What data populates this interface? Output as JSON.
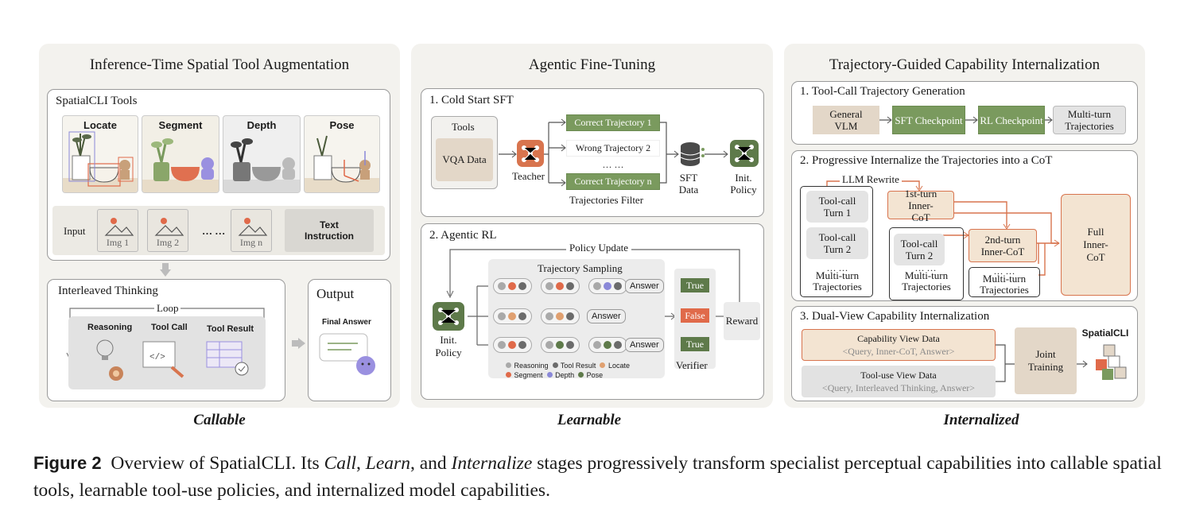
{
  "panels": {
    "callable": {
      "title": "Inference-Time Spatial Tool Augmentation",
      "tools_title": "SpatialCLI Tools",
      "tools": [
        "Locate",
        "Segment",
        "Depth",
        "Pose"
      ],
      "input_label": "Input",
      "images": [
        "Img 1",
        "Img 2",
        "Img n"
      ],
      "ellipsis": "… …",
      "text_instruction": "Text Instruction",
      "thinking_title": "Interleaved Thinking",
      "loop": "Loop",
      "steps": [
        "Reasoning",
        "Tool Call",
        "Tool Result"
      ],
      "output_title": "Output",
      "final_answer": "Final Answer",
      "stage_label": "Callable"
    },
    "learnable": {
      "title": "Agentic Fine-Tuning",
      "sft_title": "1. Cold Start SFT",
      "tools_label": "Tools",
      "vqa": "VQA Data",
      "teacher": "Teacher",
      "trajectories": [
        "Correct Trajectory 1",
        "Wrong Trajectory 2",
        "… …",
        "Correct Trajectory n"
      ],
      "filter": "Trajectories Filter",
      "sft_data": "SFT Data",
      "init_policy": "Init. Policy",
      "rl_title": "2. Agentic RL",
      "policy_update": "Policy Update",
      "sampling": "Trajectory Sampling",
      "answer": "Answer",
      "verdicts": [
        "True",
        "False",
        "True"
      ],
      "verifier": "Verifier",
      "reward": "Reward",
      "legend": [
        "Reasoning",
        "Tool Result",
        "Locate",
        "Segment",
        "Depth",
        "Pose"
      ],
      "stage_label": "Learnable"
    },
    "internalized": {
      "title": "Trajectory-Guided Capability Internalization",
      "s1_title": "1. Tool-Call Trajectory Generation",
      "s1_nodes": [
        "General VLM",
        "SFT Checkpoint",
        "RL Checkpoint",
        "Multi-turn Trajectories"
      ],
      "s2_title": "2. Progressive Internalize the Trajectories into a CoT",
      "llm_rewrite": "LLM Rewrite",
      "toolcall1": "Tool-call Turn 1",
      "toolcall2": "Tool-call Turn 2",
      "dots": "… …",
      "multi_turn": "Multi-turn Trajectories",
      "inner1": "1st-turn Inner-CoT",
      "inner2": "2nd-turn Inner-CoT",
      "full": "Full Inner-CoT",
      "s3_title": "3. Dual-View Capability Internalization",
      "cap_view": "Capability View Data",
      "cap_view_sub": "<Query, Inner-CoT, Answer>",
      "tool_view": "Tool-use View Data",
      "tool_view_sub": "<Query, Interleaved Thinking, Answer>",
      "joint": "Joint Training",
      "spatialcli": "SpatialCLI",
      "stage_label": "Internalized"
    }
  },
  "caption": {
    "fig": "Figure 2",
    "text_a": "Overview of SpatialCLI. Its ",
    "call": "Call",
    "sep1": ", ",
    "learn": "Learn",
    "sep2": ", and ",
    "internalize": "Internalize",
    "text_b": " stages progressively transform specialist perceptual capabilities into callable spatial tools, learnable tool-use policies, and internalized model capabilities."
  },
  "colors": {
    "green": "#7a9a5e",
    "orange": "#d8744e",
    "beige": "#e3d7c8",
    "panel_bg": "#f3f2ee",
    "dot_reasoning": "#a9a9a9",
    "dot_tool_result": "#6b6b6b",
    "dot_locate": "#e0a070",
    "dot_segment": "#e06a4a",
    "dot_depth": "#8a88d8",
    "dot_pose": "#5e7a4a"
  }
}
